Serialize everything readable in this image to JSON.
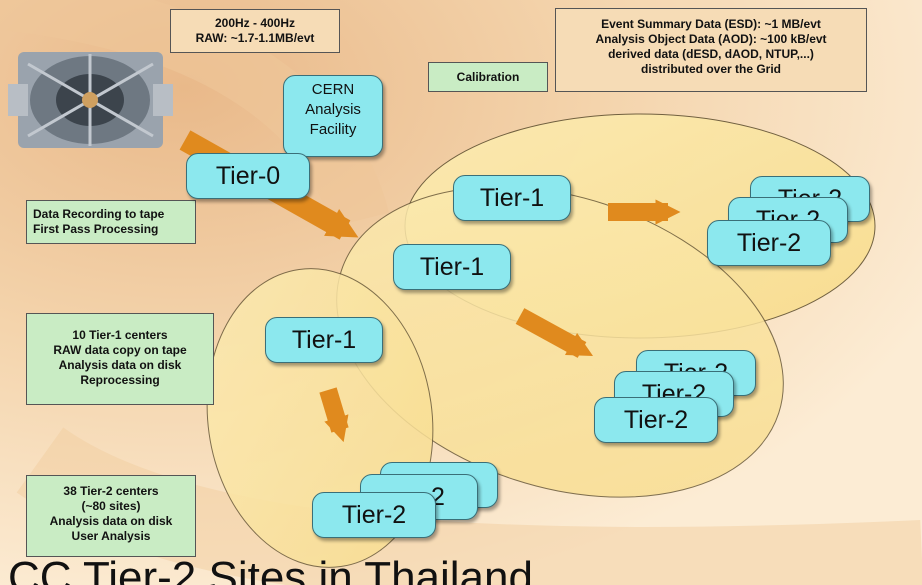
{
  "info_boxes": {
    "rates": [
      "200Hz - 400Hz",
      "RAW: ~1.7-1.1MB/evt"
    ],
    "calibration": "Calibration",
    "data_formats": [
      "Event Summary Data (ESD):  ~1 MB/evt",
      "Analysis Object Data (AOD): ~100 kB/evt",
      "derived data (dESD, dAOD, NTUP,...)",
      "distributed over the Grid"
    ],
    "tier0_role": [
      "Data Recording to tape",
      "First Pass Processing"
    ],
    "tier1_role": [
      "10 Tier-1 centers",
      "RAW data copy on tape",
      "Analysis data on disk",
      "Reprocessing"
    ],
    "tier2_role": [
      "38 Tier-2 centers",
      "(~80 sites)",
      "Analysis data on disk",
      "User Analysis"
    ]
  },
  "nodes": {
    "cern": [
      "CERN",
      "Analysis",
      "Facility"
    ],
    "tier0": "Tier-0",
    "tier1": "Tier-1",
    "tier2": "Tier-2",
    "tier2_peek": "Tier-2",
    "tier2_peek_short": "2"
  },
  "footer": "CC Tier-2 Sites in Thailand",
  "colors": {
    "tier_box": "#8ce8ee",
    "arrow": "#e08a1e",
    "ellipse": "#fbe6a2",
    "green_box": "#c9ecc4",
    "tan_box": "#f6dcb6"
  }
}
